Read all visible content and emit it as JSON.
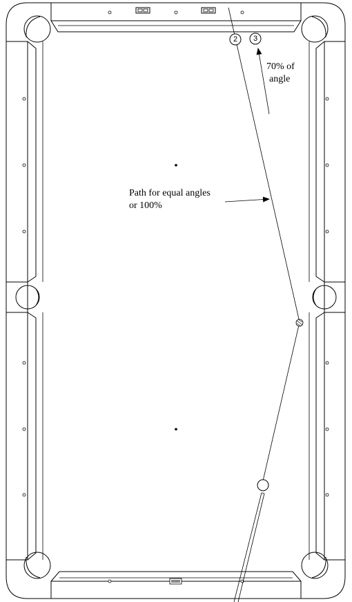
{
  "labels": {
    "equal_angle_line1": "Path for equal angles",
    "equal_angle_line2": "or 100%",
    "seventy_line1": "70% of",
    "seventy_line2": "angle"
  },
  "balls": {
    "ball_2": "2",
    "ball_3": "3"
  },
  "colors": {
    "ink": "#000000",
    "background": "#ffffff"
  }
}
